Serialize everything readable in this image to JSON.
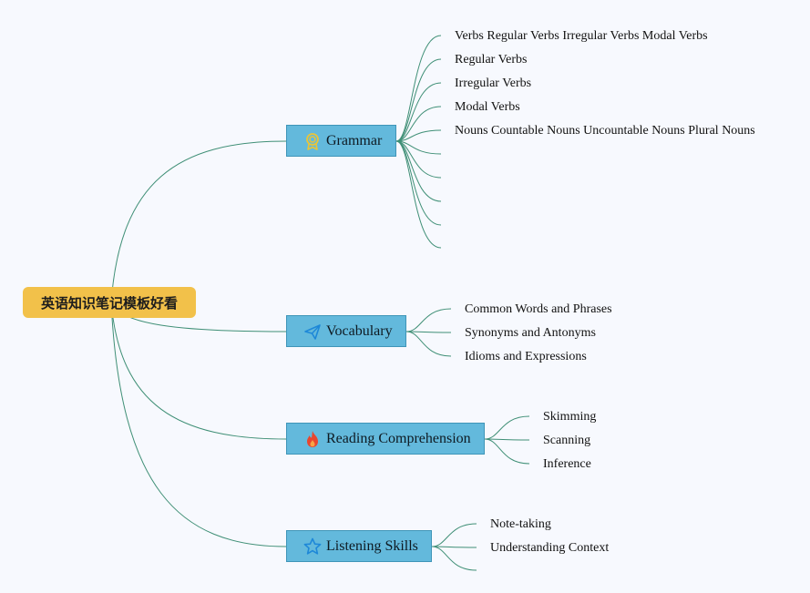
{
  "root": {
    "label": "英语知识笔记模板好看",
    "color": "#f2c14a"
  },
  "line_color": "#3f8f76",
  "branch_color": "#63b9dc",
  "branches": [
    {
      "label": "Grammar",
      "icon": "award-ribbon-icon",
      "children": [
        "Verbs Regular Verbs Irregular Verbs Modal Verbs",
        "Regular Verbs",
        "Irregular Verbs",
        "Modal Verbs",
        "Nouns Countable Nouns Uncountable Nouns Plural Nouns",
        "",
        "",
        "",
        "",
        ""
      ]
    },
    {
      "label": "Vocabulary",
      "icon": "paper-plane-icon",
      "children": [
        "Common Words and Phrases",
        "Synonyms and Antonyms",
        "Idioms and Expressions"
      ]
    },
    {
      "label": "Reading Comprehension",
      "icon": "fire-icon",
      "children": [
        "Skimming",
        "Scanning",
        "Inference"
      ]
    },
    {
      "label": "Listening Skills",
      "icon": "star-icon",
      "children": [
        "Note-taking",
        "Understanding Context",
        ""
      ]
    }
  ]
}
